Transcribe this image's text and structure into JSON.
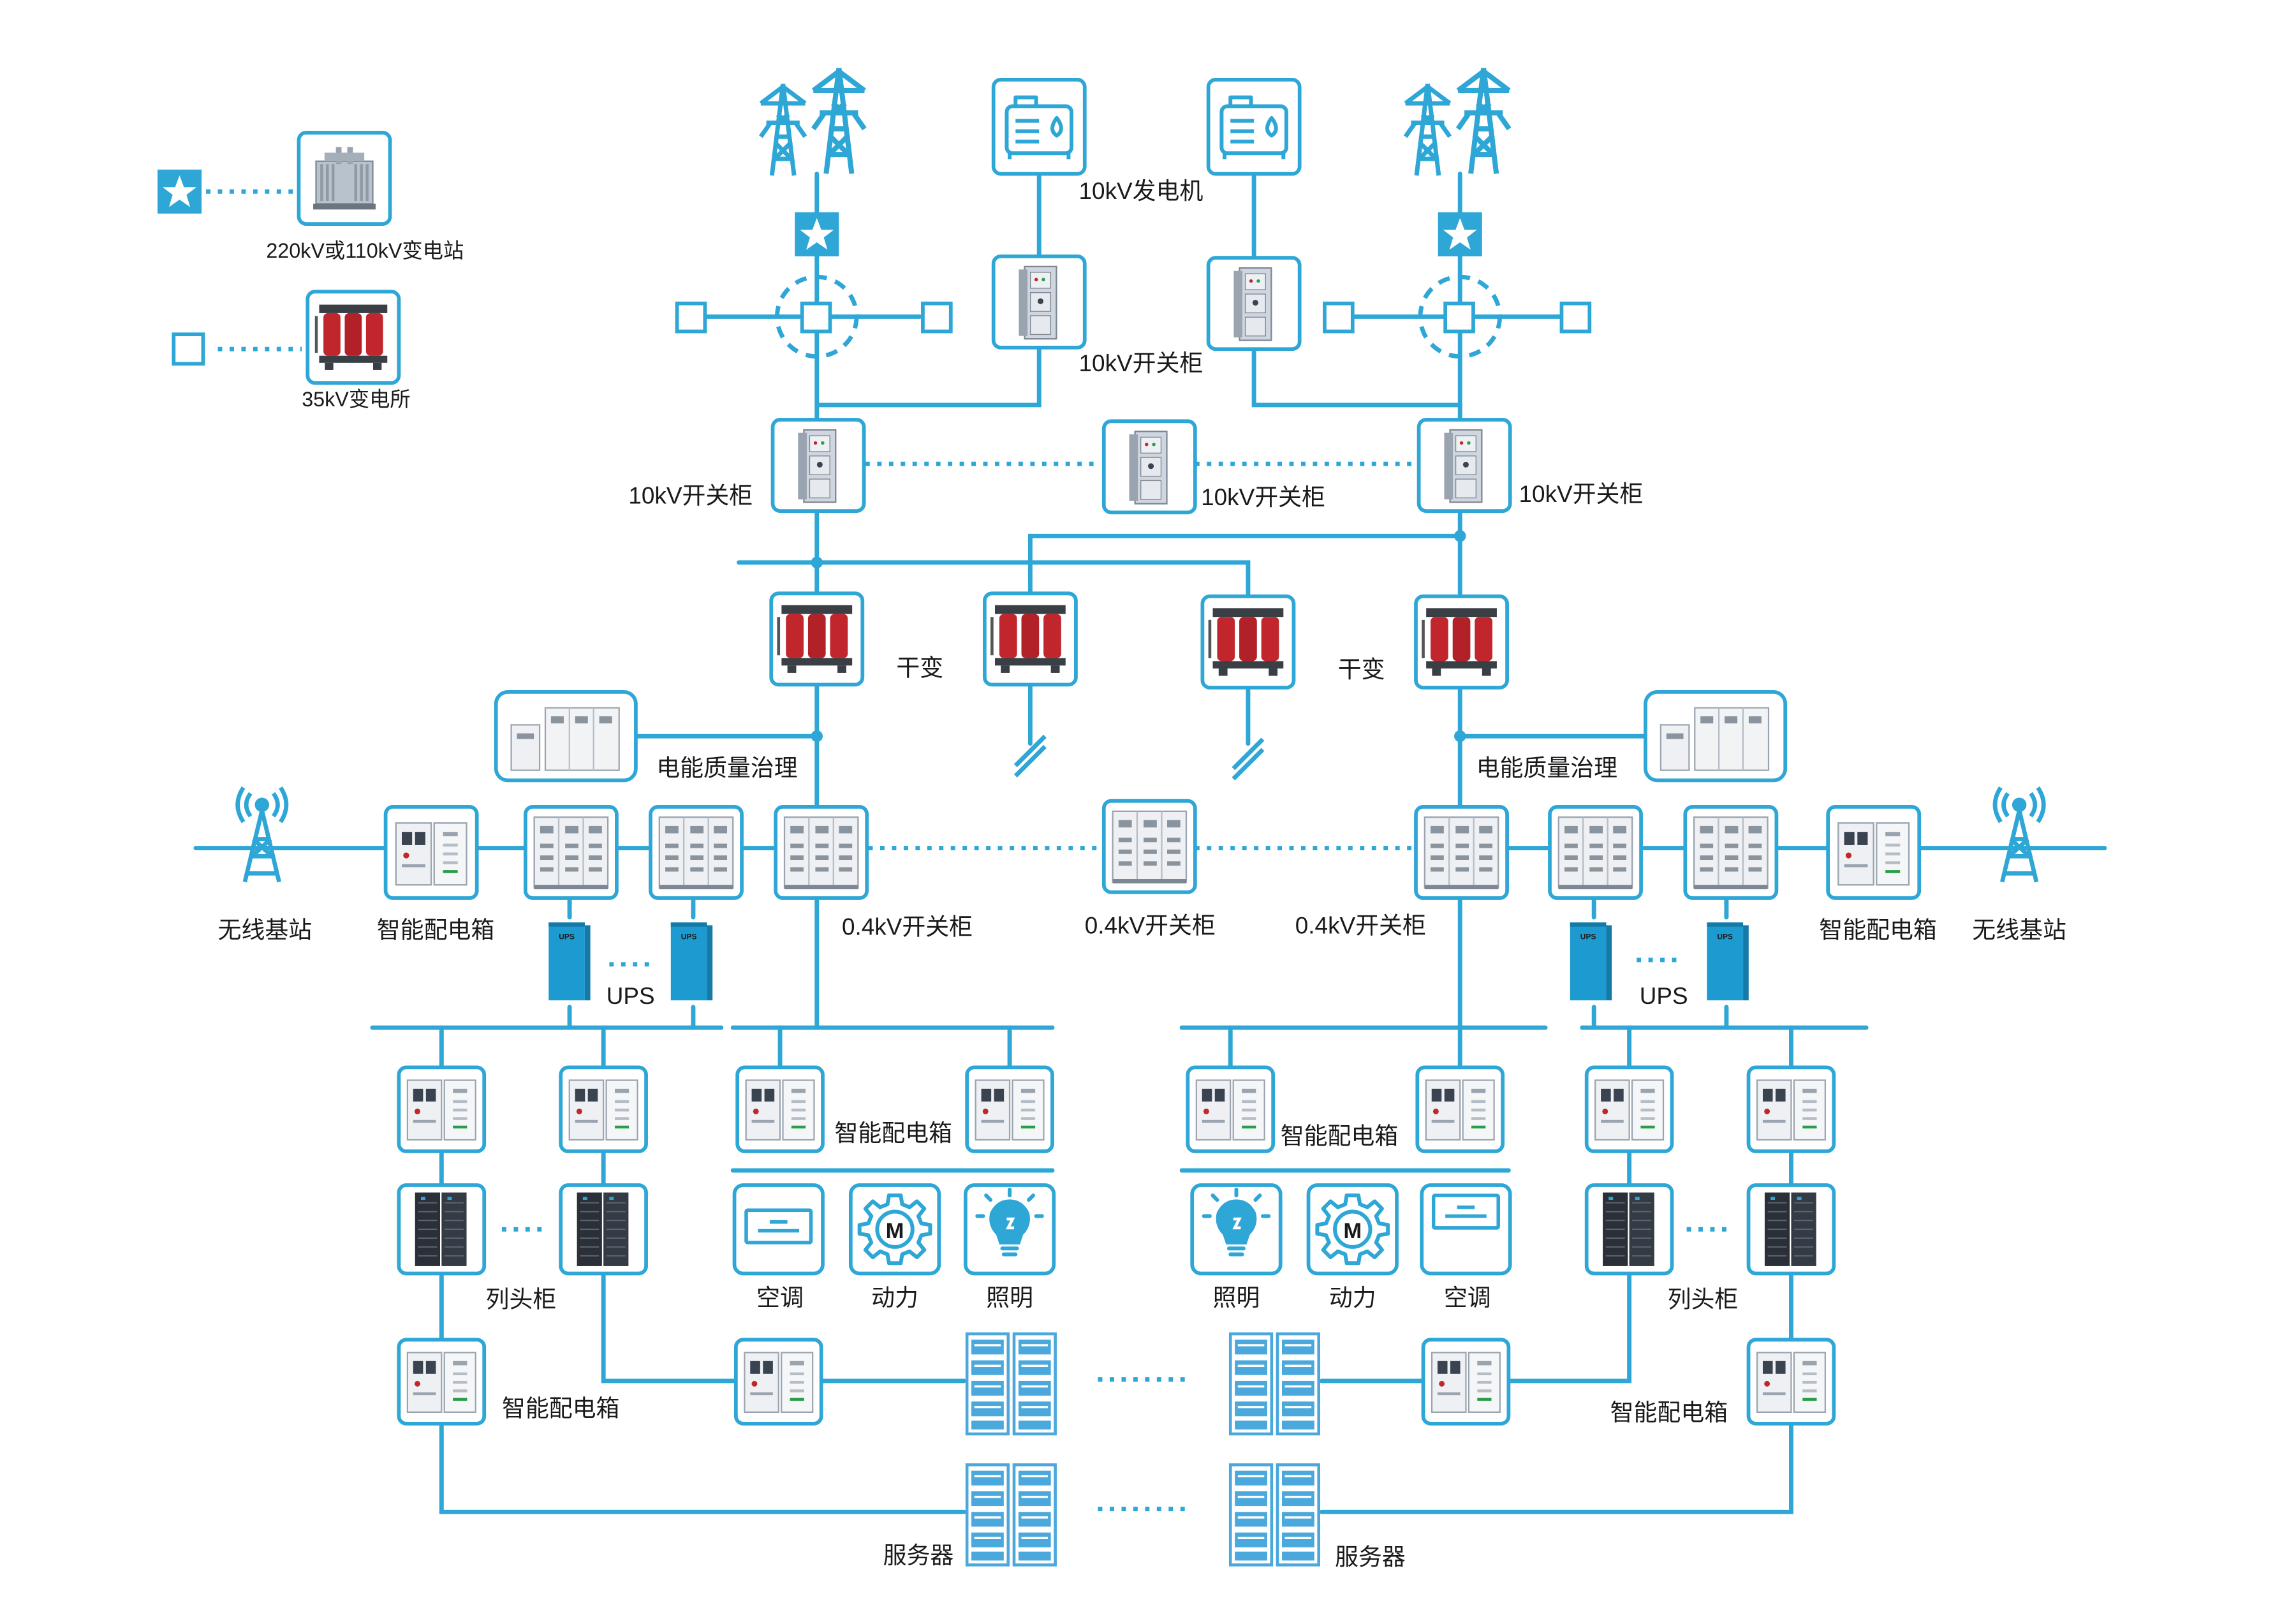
{
  "colors": {
    "line": "#2ea6d6",
    "box_border": "#2ea6d6",
    "legend_fill": "#2ea6d6",
    "cabinet": "#dfe3e8",
    "transformer_red": "#c0262c",
    "server_blue": "#4aa8dc",
    "ups_blue": "#1d9bd0",
    "rack_dark": "#2b3038"
  },
  "legend": {
    "substation_label": "220kV或110kV变电站",
    "station35_label": "35kV变电所"
  },
  "labels": {
    "gen": "10kV发电机",
    "hv_top": "10kV开关柜",
    "hv_left": "10kV开关柜",
    "hv_mid": "10kV开关柜",
    "hv_right": "10kV开关柜",
    "dry_left": "干变",
    "dry_right": "干变",
    "pq_left": "电能质量治理",
    "pq_right": "电能质量治理",
    "wireless_left": "无线基站",
    "wireless_right": "无线基站",
    "pdb_left": "智能配电箱",
    "pdb_right": "智能配电箱",
    "lv_left": "0.4kV开关柜",
    "lv_mid": "0.4kV开关柜",
    "lv_right": "0.4kV开关柜",
    "ups_left": "UPS",
    "ups_right": "UPS",
    "pdb_mid_left": "智能配电箱",
    "pdb_mid_right": "智能配电箱",
    "ac_left": "空调",
    "power_left": "动力",
    "light_left": "照明",
    "light_right": "照明",
    "power_right": "动力",
    "ac_right": "空调",
    "rowhead_left": "列头柜",
    "rowhead_right": "列头柜",
    "pdb_bottom_left": "智能配电箱",
    "pdb_bottom_right": "智能配电箱",
    "server_left": "服务器",
    "server_right": "服务器",
    "ups_tag": "UPS",
    "motor_letter": "M"
  }
}
